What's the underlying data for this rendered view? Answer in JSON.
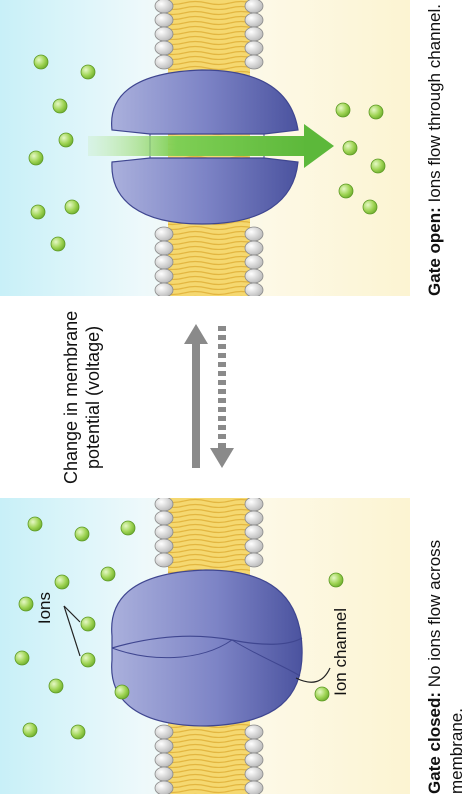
{
  "open_panel": {
    "caption_bold": "Gate open:",
    "caption_text": "Ions flow through channel."
  },
  "middle": {
    "voltage_label": "Change in membrane potential (voltage)"
  },
  "closed_panel": {
    "caption_bold": "Gate closed:",
    "caption_text": "No ions flow across membrane.",
    "ions_label": "Ions",
    "channel_label": "Ion channel"
  },
  "colors": {
    "ion_green": "#8cc63f",
    "flow_arrow": "#6cc04a",
    "protein_blue": "#5a62b0",
    "lipid_yellow": "#f2d36b",
    "outside_cyan": "#bdeef8",
    "inside_cream": "#fdf7d8"
  }
}
